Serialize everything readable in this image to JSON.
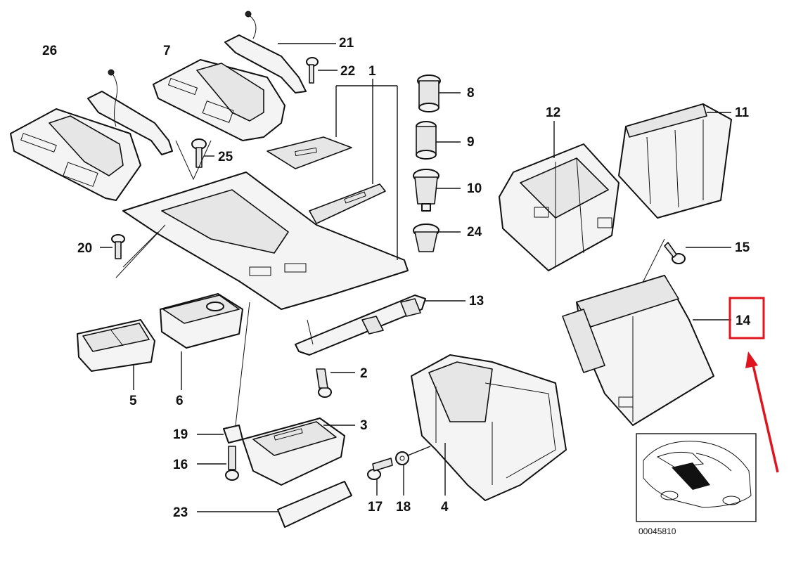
{
  "diagram": {
    "callouts": [
      {
        "id": "c26",
        "text": "26"
      },
      {
        "id": "c7",
        "text": "7"
      },
      {
        "id": "c21",
        "text": "21"
      },
      {
        "id": "c22",
        "text": "22"
      },
      {
        "id": "c1",
        "text": "1"
      },
      {
        "id": "c8",
        "text": "8"
      },
      {
        "id": "c9",
        "text": "9"
      },
      {
        "id": "c10",
        "text": "10"
      },
      {
        "id": "c24",
        "text": "24"
      },
      {
        "id": "c12",
        "text": "12"
      },
      {
        "id": "c11",
        "text": "11"
      },
      {
        "id": "c25",
        "text": "25"
      },
      {
        "id": "c20",
        "text": "20"
      },
      {
        "id": "c15",
        "text": "15"
      },
      {
        "id": "c13",
        "text": "13"
      },
      {
        "id": "c14",
        "text": "14"
      },
      {
        "id": "c5",
        "text": "5"
      },
      {
        "id": "c6",
        "text": "6"
      },
      {
        "id": "c2",
        "text": "2"
      },
      {
        "id": "c3",
        "text": "3"
      },
      {
        "id": "c19",
        "text": "19"
      },
      {
        "id": "c16",
        "text": "16"
      },
      {
        "id": "c23",
        "text": "23"
      },
      {
        "id": "c17",
        "text": "17"
      },
      {
        "id": "c18",
        "text": "18"
      },
      {
        "id": "c4",
        "text": "4"
      }
    ],
    "diagram_number": "00045810",
    "highlight_color": "#e0141e",
    "line_color": "#111111",
    "icons": [
      "car-location-thumbnail-icon",
      "red-arrow-icon"
    ]
  }
}
